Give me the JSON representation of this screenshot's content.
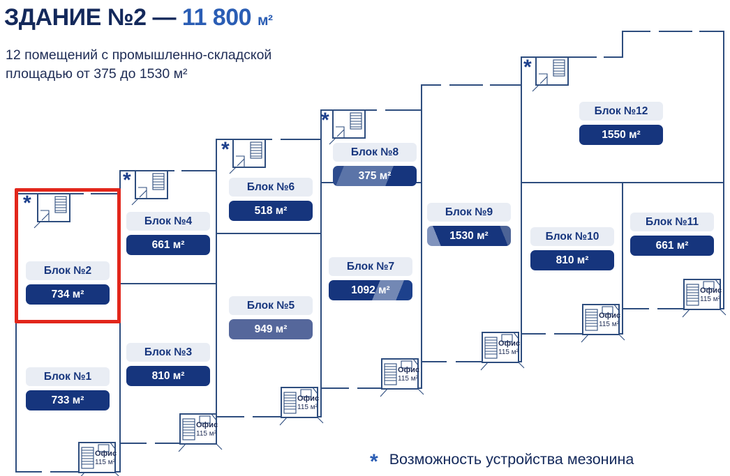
{
  "header": {
    "title_dark": "ЗДАНИЕ №2 —",
    "title_value": "11 800",
    "title_unit": "м²",
    "subtitle": "12 помещений с промышленно-складской площадью от 375 до 1530 м²"
  },
  "legend": {
    "marker": "*",
    "text": "Возможность устройства мезонина"
  },
  "mezzanine_marker": "*",
  "office_unit": {
    "label": "Офис",
    "area": "115 м²"
  },
  "colors": {
    "navy_dark": "#16357d",
    "blue_accent": "#2a5db4",
    "slate_medium": "#55679b",
    "label_pill_bg": "#e9edf4",
    "plan_outline": "#2e4d7e",
    "highlight_red": "#e2261b"
  },
  "blocks": [
    {
      "name": "Блок №1",
      "area": "733 м²",
      "variant": "dark",
      "mezzanine": false,
      "highlighted": false
    },
    {
      "name": "Блок №2",
      "area": "734 м²",
      "variant": "dark",
      "mezzanine": true,
      "highlighted": true
    },
    {
      "name": "Блок №3",
      "area": "810 м²",
      "variant": "dark",
      "mezzanine": false,
      "highlighted": false
    },
    {
      "name": "Блок №4",
      "area": "661 м²",
      "variant": "dark",
      "mezzanine": true,
      "highlighted": false
    },
    {
      "name": "Блок №5",
      "area": "949 м²",
      "variant": "medium",
      "mezzanine": false,
      "highlighted": false
    },
    {
      "name": "Блок №6",
      "area": "518 м²",
      "variant": "dark",
      "mezzanine": true,
      "highlighted": false
    },
    {
      "name": "Блок №7",
      "area": "1092 м²",
      "variant": "split-dark-with-light-band",
      "mezzanine": false,
      "highlighted": false
    },
    {
      "name": "Блок №8",
      "area": "375 м²",
      "variant": "split-light-with-dark-corner",
      "mezzanine": true,
      "highlighted": false
    },
    {
      "name": "Блок №9",
      "area": "1530 м²",
      "variant": "split-dark-with-light-corner",
      "mezzanine": false,
      "highlighted": false
    },
    {
      "name": "Блок №10",
      "area": "810 м²",
      "variant": "dark",
      "mezzanine": false,
      "highlighted": false
    },
    {
      "name": "Блок №11",
      "area": "661 м²",
      "variant": "dark",
      "mezzanine": false,
      "highlighted": false
    },
    {
      "name": "Блок №12",
      "area": "1550 м²",
      "variant": "dark",
      "mezzanine": true,
      "highlighted": false
    }
  ]
}
